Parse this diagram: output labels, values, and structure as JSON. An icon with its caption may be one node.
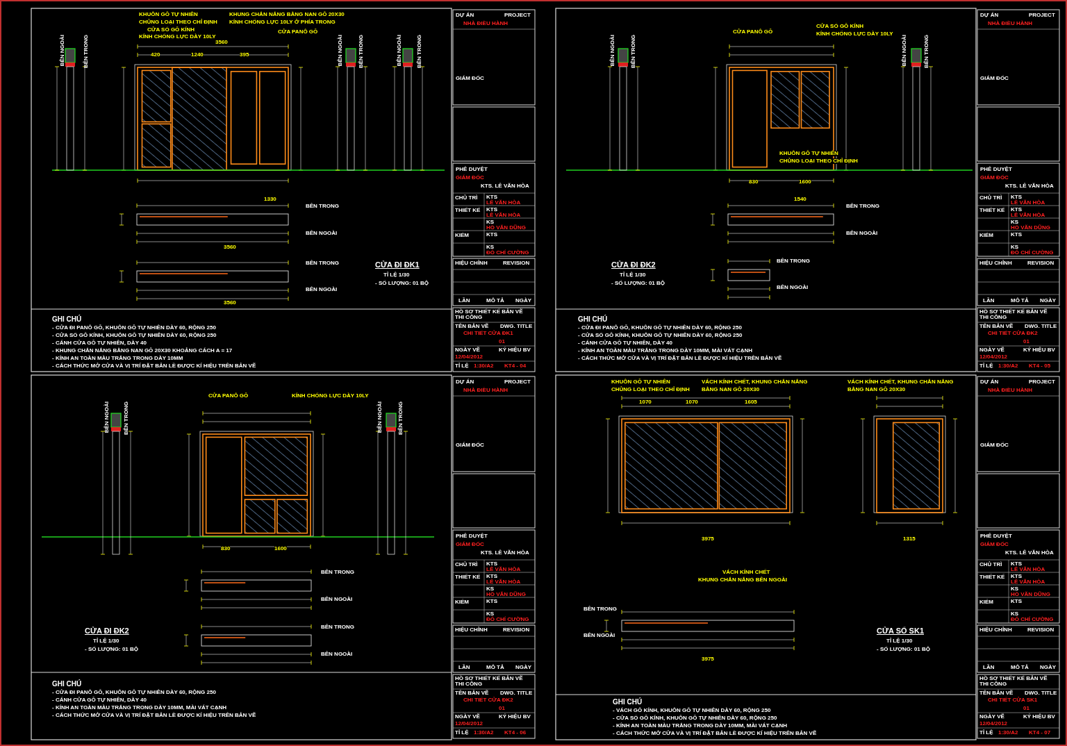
{
  "diagram": {
    "labels": [
      "KHUÔN GỖ TỰ NHIÊN",
      "CHỦNG LOẠI THEO CHỈ ĐỊNH",
      "KHUNG CHẮN NẮNG BẰNG NAN GỖ 20X30",
      "KÍNH CHỐNG LỰC 10LY Ở PHÍA TRONG",
      "CỬA SỔ GỖ KÍNH",
      "KÍNH CHỐNG LỰC DÀY 10LY",
      "CỬA PANÔ GỖ",
      "3560",
      "420",
      "1240",
      "395",
      "BÊN NGOÀI",
      "BÊN TRONG",
      "BÊN NGOÀI",
      "BÊN TRONG",
      "BÊN NGOÀI",
      "BÊN TRONG",
      "1330",
      "BÊN TRONG",
      "BÊN NGOÀI",
      "3560",
      "BÊN TRONG",
      "BÊN NGOÀI",
      "3560",
      "CỬA ĐI ĐK1",
      "TỈ LỆ 1/30",
      "- SỐ LƯỢNG: 01 BỘ",
      "GHI CHÚ",
      "- CỬA ĐI PANÔ GỖ, KHUÔN GỖ TỰ NHIÊN DÀY 60, RỘNG 250",
      "- CỬA SỔ GỖ KÍNH, KHUÔN GỖ TỰ NHIÊN DÀY 60, RỘNG 250",
      "- CÁNH CỬA GỖ TỰ NHIÊN, DÀY 40",
      "- KHUNG CHẮN NẮNG BẰNG NAN GỖ 20X30 KHOẢNG CÁCH A = 17",
      "- KÍNH AN TOÀN MÀU TRẮNG TRONG DÀY 10MM",
      "- CÁCH THỨC MỞ CỬA VÀ VỊ TRÍ ĐẶT BẢN LỀ ĐƯỢC KÍ HIỆU TRÊN BẢN VẼ",
      "DỰ ÁN",
      "PROJECT",
      "NHÀ ĐIỀU HÀNH",
      "GIÁM ĐỐC",
      "PHÊ DUYỆT",
      "GIÁM ĐỐC",
      "KTS. LÊ VĂN HÒA",
      "CHỦ TRÌ",
      "KTS",
      "LÊ VĂN HÒA",
      "THIẾT KẾ",
      "KTS",
      "LÊ VĂN HÒA",
      "KS",
      "HỒ VĂN DŨNG",
      "KIỂM",
      "KTS",
      "KS",
      "ĐỖ CHÍ CƯỜNG",
      "HIỆU CHỈNH",
      "REVISION",
      "LẦN",
      "MÔ TẢ",
      "NGÀY",
      "HỒ SƠ THIẾT KẾ BẢN VẼ THI CÔNG",
      "TÊN BẢN VẼ",
      "DWG. TITLE",
      "CHI TIẾT CỬA ĐK1",
      "01",
      "NGÀY VẼ",
      "12/04/2012",
      "KÝ HIỆU BV",
      "TỈ LỆ",
      "1:30/A2",
      "KT4 - 04",
      "CỬA PANÔ GỖ",
      "CỬA SỔ GỖ KÍNH",
      "KÍNH CHỐNG LỰC DÀY 10LY",
      "KHUÔN GỖ TỰ NHIÊN",
      "CHỦNG LOẠI THEO CHỈ ĐỊNH",
      "830",
      "1600",
      "1540",
      "BÊN NGOÀI",
      "BÊN TRONG",
      "BÊN NGOÀI",
      "BÊN TRONG",
      "BÊN TRONG",
      "BÊN NGOÀI",
      "BÊN TRONG",
      "BÊN NGOÀI",
      "CỬA ĐI ĐK2",
      "TỈ LỆ 1/30",
      "- SỐ LƯỢNG: 01 BỘ",
      "GHI CHÚ",
      "- CỬA ĐI PANÔ GỖ, KHUÔN GỖ TỰ NHIÊN DÀY 60, RỘNG 250",
      "- CỬA SỔ GỖ KÍNH, KHUÔN GỖ TỰ NHIÊN DÀY 60, RỘNG 250",
      "- CÁNH CỬA GỖ TỰ NHIÊN, DÀY 40",
      "- KÍNH AN TOÀN MÀU TRẮNG TRONG DÀY 10MM, MÀI VÁT CẠNH",
      "- CÁCH THỨC MỞ CỬA VÀ VỊ TRÍ ĐẶT BẢN LỀ ĐƯỢC KÍ HIỆU TRÊN BẢN VẼ",
      "DỰ ÁN",
      "PROJECT",
      "NHÀ ĐIỀU HÀNH",
      "GIÁM ĐỐC",
      "PHÊ DUYỆT",
      "GIÁM ĐỐC",
      "KTS. LÊ VĂN HÒA",
      "CHỦ TRÌ",
      "KTS",
      "LÊ VĂN HÒA",
      "THIẾT KẾ",
      "KTS",
      "LÊ VĂN HÒA",
      "KS",
      "HỒ VĂN DŨNG",
      "KIỂM",
      "KTS",
      "KS",
      "ĐỖ CHÍ CƯỜNG",
      "HIỆU CHỈNH",
      "REVISION",
      "LẦN",
      "MÔ TẢ",
      "NGÀY",
      "HỒ SƠ THIẾT KẾ BẢN VẼ THI CÔNG",
      "TÊN BẢN VẼ",
      "DWG. TITLE",
      "CHI TIẾT CỬA ĐK2",
      "01",
      "NGÀY VẼ",
      "12/04/2012",
      "KÝ HIỆU BV",
      "TỈ LỆ",
      "1:30/A2",
      "KT4 - 05",
      "CỬA PANÔ GỖ",
      "KÍNH CHỐNG LỰC DÀY 10LY",
      "BÊN NGOÀI",
      "BÊN TRONG",
      "BÊN NGOÀI",
      "BÊN TRONG",
      "830",
      "1600",
      "BÊN TRONG",
      "BÊN NGOÀI",
      "BÊN TRONG",
      "BÊN NGOÀI",
      "CỬA ĐI ĐK2",
      "TỈ LỆ 1/30",
      "- SỐ LƯỢNG: 01 BỘ",
      "GHI CHÚ",
      "- CỬA ĐI PANÔ GỖ, KHUÔN GỖ TỰ NHIÊN DÀY 60, RỘNG 250",
      "- CÁNH CỬA GỖ TỰ NHIÊN, DÀY 40",
      "- KÍNH AN TOÀN MÀU TRẮNG TRONG DÀY 10MM, MÀI VÁT CẠNH",
      "- CÁCH THỨC MỞ CỬA VÀ VỊ TRÍ ĐẶT BẢN LỀ ĐƯỢC KÍ HIỆU TRÊN BẢN VẼ",
      "DỰ ÁN",
      "PROJECT",
      "NHÀ ĐIỀU HÀNH",
      "GIÁM ĐỐC",
      "PHÊ DUYỆT",
      "GIÁM ĐỐC",
      "KTS. LÊ VĂN HÒA",
      "CHỦ TRÌ",
      "KTS",
      "LÊ VĂN HÒA",
      "THIẾT KẾ",
      "KTS",
      "LÊ VĂN HÒA",
      "KS",
      "HỒ VĂN DŨNG",
      "KIỂM",
      "KTS",
      "KS",
      "ĐỖ CHÍ CƯỜNG",
      "HIỆU CHỈNH",
      "REVISION",
      "LẦN",
      "MÔ TẢ",
      "NGÀY",
      "HỒ SƠ THIẾT KẾ BẢN VẼ THI CÔNG",
      "TÊN BẢN VẼ",
      "DWG. TITLE",
      "CHI TIẾT CỬA ĐK2",
      "01",
      "NGÀY VẼ",
      "12/04/2012",
      "KÝ HIỆU BV",
      "TỈ LỆ",
      "1:30/A2",
      "KT4 - 06",
      "KHUÔN GỖ TỰ NHIÊN",
      "CHỦNG LOẠI THEO CHỈ ĐỊNH",
      "VÁCH KÍNH CHẾT, KHUNG CHẮN NẮNG",
      "BẰNG NAN GỖ 20X30",
      "VÁCH KÍNH CHẾT, KHUNG CHẮN NẮNG",
      "BẰNG NAN GỖ 20X30",
      "1070",
      "1070",
      "1605",
      "3975",
      "1315",
      "VÁCH KÍNH CHẾT",
      "KHUNG CHẮN NẮNG BÊN NGOÀI",
      "BÊN TRONG",
      "BÊN NGOÀI",
      "3975",
      "CỬA SỔ SK1",
      "TỈ LỆ 1/30",
      "- SỐ LƯỢNG: 01 BỘ",
      "GHI CHÚ",
      "- VÁCH GỖ KÍNH, KHUÔN GỖ TỰ NHIÊN DÀY 60, RỘNG 250",
      "- CỬA SỔ GỖ KÍNH, KHUÔN GỖ TỰ NHIÊN DÀY 60, RỘNG 250",
      "- KÍNH AN TOÀN MÀU TRẮNG TRONG DÀY 10MM, MÀI VÁT CẠNH",
      "- CÁCH THỨC MỞ CỬA VÀ VỊ TRÍ ĐẶT BẢN LỀ ĐƯỢC KÍ HIỆU TRÊN BẢN VẼ",
      "DỰ ÁN",
      "PROJECT",
      "NHÀ ĐIỀU HÀNH",
      "GIÁM ĐỐC",
      "PHÊ DUYỆT",
      "GIÁM ĐỐC",
      "KTS. LÊ VĂN HÒA",
      "CHỦ TRÌ",
      "KTS",
      "LÊ VĂN HÒA",
      "THIẾT KẾ",
      "KTS",
      "LÊ VĂN HÒA",
      "KS",
      "HỒ VĂN DŨNG",
      "KIỂM",
      "KTS",
      "KS",
      "ĐỖ CHÍ CƯỜNG",
      "HIỆU CHỈNH",
      "REVISION",
      "LẦN",
      "MÔ TẢ",
      "NGÀY",
      "HỒ SƠ THIẾT KẾ BẢN VẼ THI CÔNG",
      "TÊN BẢN VẼ",
      "DWG. TITLE",
      "CHI TIẾT CỬA SK1",
      "01",
      "NGÀY VẼ",
      "12/04/2012",
      "KÝ HIỆU BV",
      "TỈ LỆ",
      "1:30/A2",
      "KT4 - 07"
    ]
  }
}
